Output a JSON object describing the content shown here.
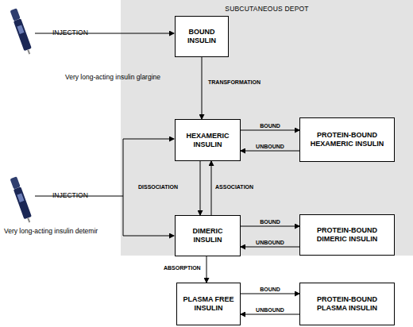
{
  "diagram": {
    "nodes": [
      {
        "text": [
          "SUBCUTANEOUS DEPOT"
        ]
      },
      {
        "text": [
          "BOUND INSULIN"
        ],
        "in": 0
      },
      {
        "text": [
          "HEXAMERIC INSULIN"
        ],
        "in": 0
      },
      {
        "text": [
          "PROTEIN-BOUND HEXAMERIC INSULIN"
        ],
        "in": 0
      },
      {
        "text": [
          "DIMERIC INSULIN"
        ],
        "in": 0
      },
      {
        "text": [
          "PROTEIN-BOUND DIMERIC INSULIN"
        ],
        "in": 0
      },
      {
        "text": [
          "PLASMA FREE INSULIN"
        ]
      },
      {
        "text": [
          "PROTEIN-BOUND PLASMA INSULIN"
        ]
      }
    ],
    "edges": [
      {
        "from": 1,
        "to": 2,
        "label": "TRANSFORMATION",
        "arrow": "to"
      },
      {
        "from": 2,
        "to": 3,
        "label": "BOUND",
        "arrow": "to"
      },
      {
        "from": 3,
        "to": 2,
        "label": "UNBOUND",
        "arrow": "to"
      },
      {
        "from": 2,
        "to": 4,
        "label": "DISSOCIATION",
        "arrow": "to"
      },
      {
        "from": 4,
        "to": 2,
        "label": "ASSOCIATION",
        "arrow": "to"
      },
      {
        "from": 4,
        "to": 5,
        "label": "BOUND",
        "arrow": "to"
      },
      {
        "from": 5,
        "to": 4,
        "label": "UNBOUND",
        "arrow": "to"
      },
      {
        "from": 4,
        "to": 6,
        "label": "ABSORPTION",
        "arrow": "to"
      },
      {
        "from": 6,
        "to": 7,
        "label": "BOUND",
        "arrow": "to"
      },
      {
        "from": 7,
        "to": 6,
        "label": "UNBOUND",
        "arrow": "to"
      }
    ],
    "labels": [
      "INJECTION",
      "Very long-acting insulin glargine",
      "INJECTION",
      "Very long-acting insulin detemir"
    ]
  }
}
